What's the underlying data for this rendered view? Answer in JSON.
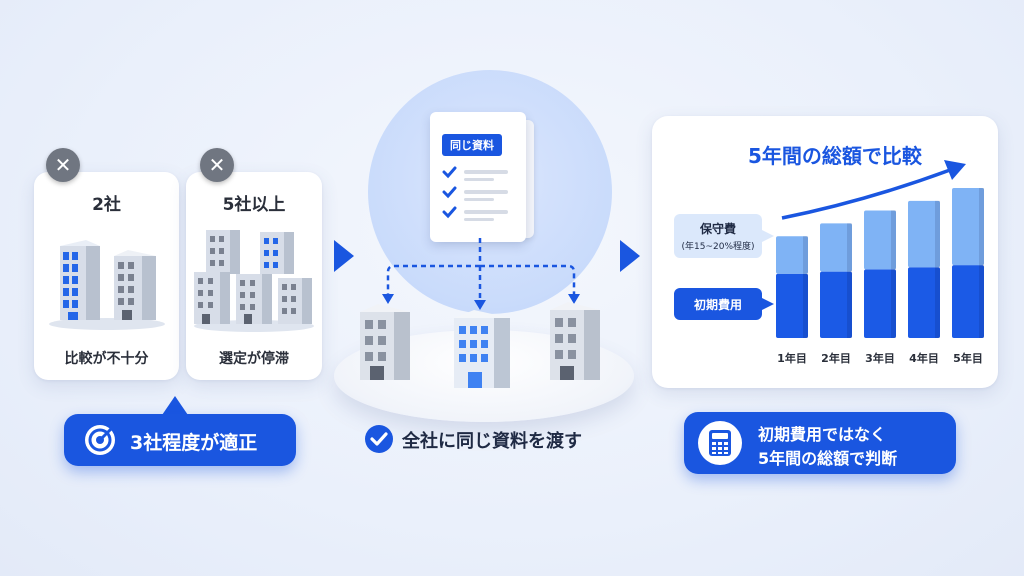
{
  "left_panel": {
    "card1": {
      "title": "2社",
      "footer": "比較が不十分",
      "badge": "close-icon"
    },
    "card2": {
      "title": "5社以上",
      "footer": "選定が停滞",
      "badge": "close-icon"
    },
    "callout": {
      "text": "3社程度が適正",
      "icon": "target-icon"
    }
  },
  "center_panel": {
    "document_label": "同じ資料",
    "caption": "全社に同じ資料を渡す",
    "caption_icon": "check-circle-icon"
  },
  "right_panel": {
    "title": "5年間の総額で比較",
    "legend_maintenance_title": "保守費",
    "legend_maintenance_note": "(年15~20%程度)",
    "legend_initial": "初期費用",
    "callout_line1": "初期費用ではなく",
    "callout_line2": "5年間の総額で判断",
    "callout_icon": "calculator-icon"
  },
  "colors": {
    "accent": "#1a56e0",
    "bar_dark": "#1b5ae6",
    "bar_light": "#7fb3f5"
  },
  "chart_data": {
    "type": "bar",
    "stacked": true,
    "categories": [
      "1年目",
      "2年目",
      "3年目",
      "4年目",
      "5年目"
    ],
    "series": [
      {
        "name": "初期費用",
        "values": [
          60,
          62,
          64,
          66,
          68
        ]
      },
      {
        "name": "保守費",
        "values": [
          35,
          45,
          55,
          62,
          72
        ]
      }
    ],
    "title": "5年間の総額で比較"
  }
}
